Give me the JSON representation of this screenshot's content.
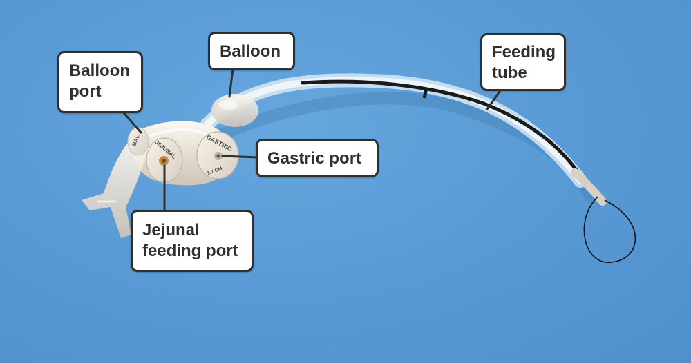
{
  "labels": {
    "balloon_port": [
      "Balloon",
      "port"
    ],
    "balloon": "Balloon",
    "feeding_tube": [
      "Feeding",
      "tube"
    ],
    "gastric_port": "Gastric port",
    "jejunal_feeding_port": [
      "Jejunal",
      "feeding port"
    ]
  },
  "device_prints": {
    "gastric_cap": "GASTRIC",
    "gastric_size": "1.7 CM",
    "jejunal_cap": "JEJUNAL",
    "balloon_cap": "BAL"
  },
  "colors": {
    "background": "#5a9bd6",
    "callout_fill": "#ffffff",
    "callout_border": "#2f2f2f",
    "tube_stripe": "#1a1a1a",
    "plastic": "#e9e4dc"
  }
}
